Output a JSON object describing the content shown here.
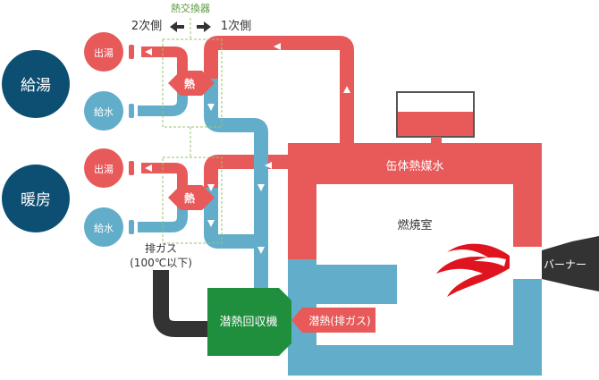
{
  "heat_exchanger": {
    "title": "熱交換器",
    "secondary_side": "2次側",
    "primary_side": "1次側"
  },
  "systems": [
    {
      "name": "給湯",
      "outlet": "出湯",
      "inlet": "給水",
      "exchanger": "熱"
    },
    {
      "name": "暖房",
      "outlet": "出湯",
      "inlet": "給水",
      "exchanger": "熱"
    }
  ],
  "boiler": {
    "water_label": "缶体熱媒水",
    "chamber_label": "燃焼室",
    "burner_label": "バーナー"
  },
  "recovery": {
    "unit_label": "潜熱回収機",
    "exhaust_in_label": "潜熱(排ガス)",
    "exhaust_out_label_line1": "排ガス",
    "exhaust_out_label_line2": "(100℃以下)"
  },
  "colors": {
    "hot": "#e85a5a",
    "cold": "#62adc9",
    "circle_dark": "#0d4f73",
    "recovery_green": "#1f8f3e",
    "exhaust_dark": "#333333",
    "flame": "#e0141e",
    "guide_green": "#9ac56e"
  }
}
